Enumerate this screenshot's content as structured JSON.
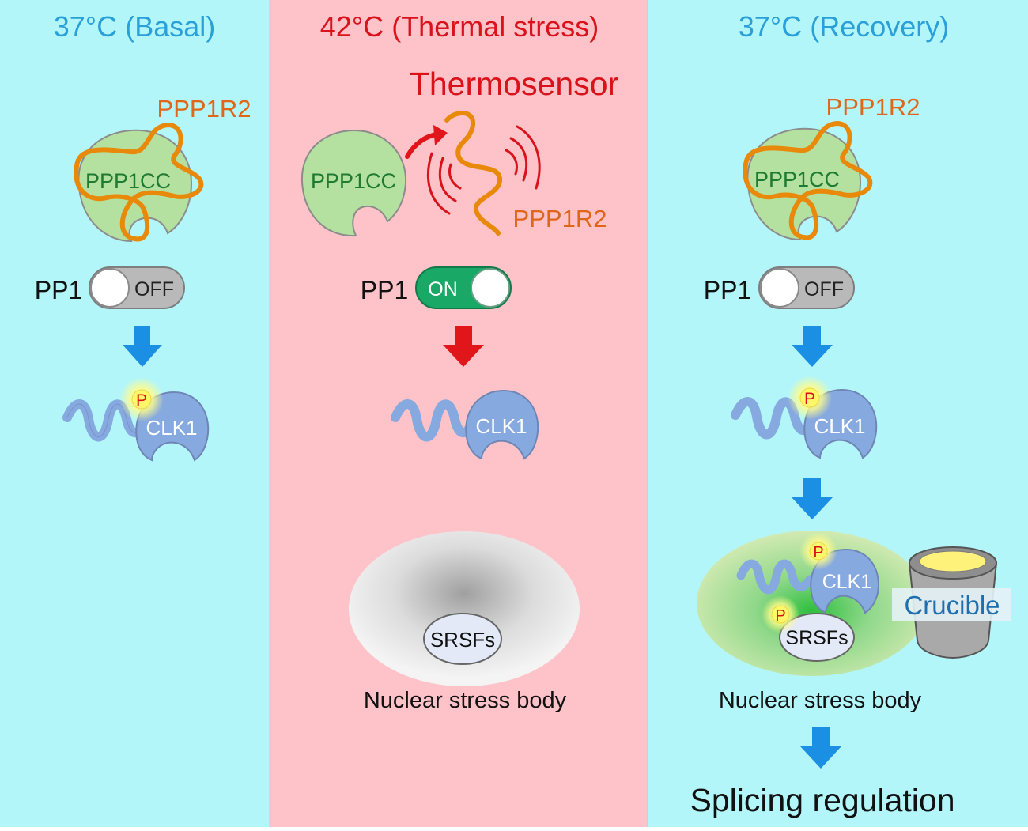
{
  "colors": {
    "cool_panel": "#b3f6fa",
    "hot_panel": "#fec3c9",
    "cool_title": "#2a9fd8",
    "hot_title": "#d9121b",
    "ppp1cc_fill": "#b5e1a0",
    "ppp1cc_text": "#1f7a32",
    "ppp1r2": "#e8890a",
    "ppp1r2_text": "#e0661a",
    "clk1_fill": "#86a9e0",
    "switch_off": "#b9b9b9",
    "switch_on": "#1aa866",
    "arrow_blue": "#1a8fe3",
    "arrow_red": "#e0161b"
  },
  "panels": [
    {
      "title": "37°C (Basal)",
      "ppp1r2_label": "PPP1R2",
      "ppp1cc_label": "PPP1CC",
      "pp1_label": "PP1",
      "switch_label": "OFF",
      "clk1_label": "CLK1",
      "phospho_label": "P"
    },
    {
      "title": "42°C (Thermal stress)",
      "thermosensor_label": "Thermosensor",
      "ppp1cc_label": "PPP1CC",
      "ppp1r2_label": "PPP1R2",
      "pp1_label": "PP1",
      "switch_label": "ON",
      "clk1_label": "CLK1",
      "srsfs_label": "SRSFs",
      "body_label": "Nuclear stress body"
    },
    {
      "title": "37°C (Recovery)",
      "ppp1r2_label": "PPP1R2",
      "ppp1cc_label": "PPP1CC",
      "pp1_label": "PP1",
      "switch_label": "OFF",
      "clk1_label": "CLK1",
      "clk1_body_label": "CLK1",
      "srsfs_label": "SRSFs",
      "phospho_label": "P",
      "crucible_label": "Crucible",
      "body_label": "Nuclear stress body",
      "result_label": "Splicing regulation"
    }
  ]
}
